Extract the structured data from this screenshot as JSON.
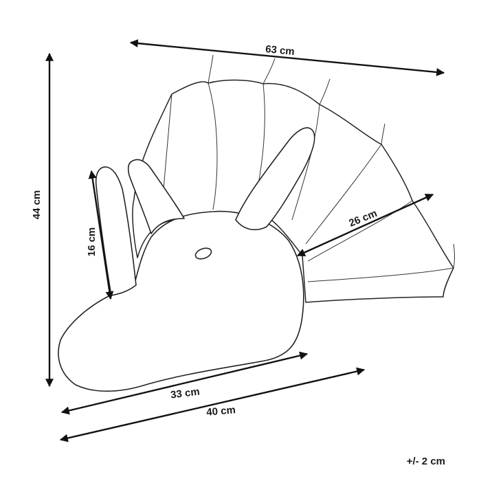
{
  "dimensions": {
    "frill_width": "63 cm",
    "height": "44 cm",
    "horn_length": "16 cm",
    "frill_depth": "26 cm",
    "head_length": "33 cm",
    "overall_length": "40 cm"
  },
  "tolerance": "+/- 2 cm",
  "colors": {
    "line": "#222222",
    "background": "#ffffff"
  }
}
